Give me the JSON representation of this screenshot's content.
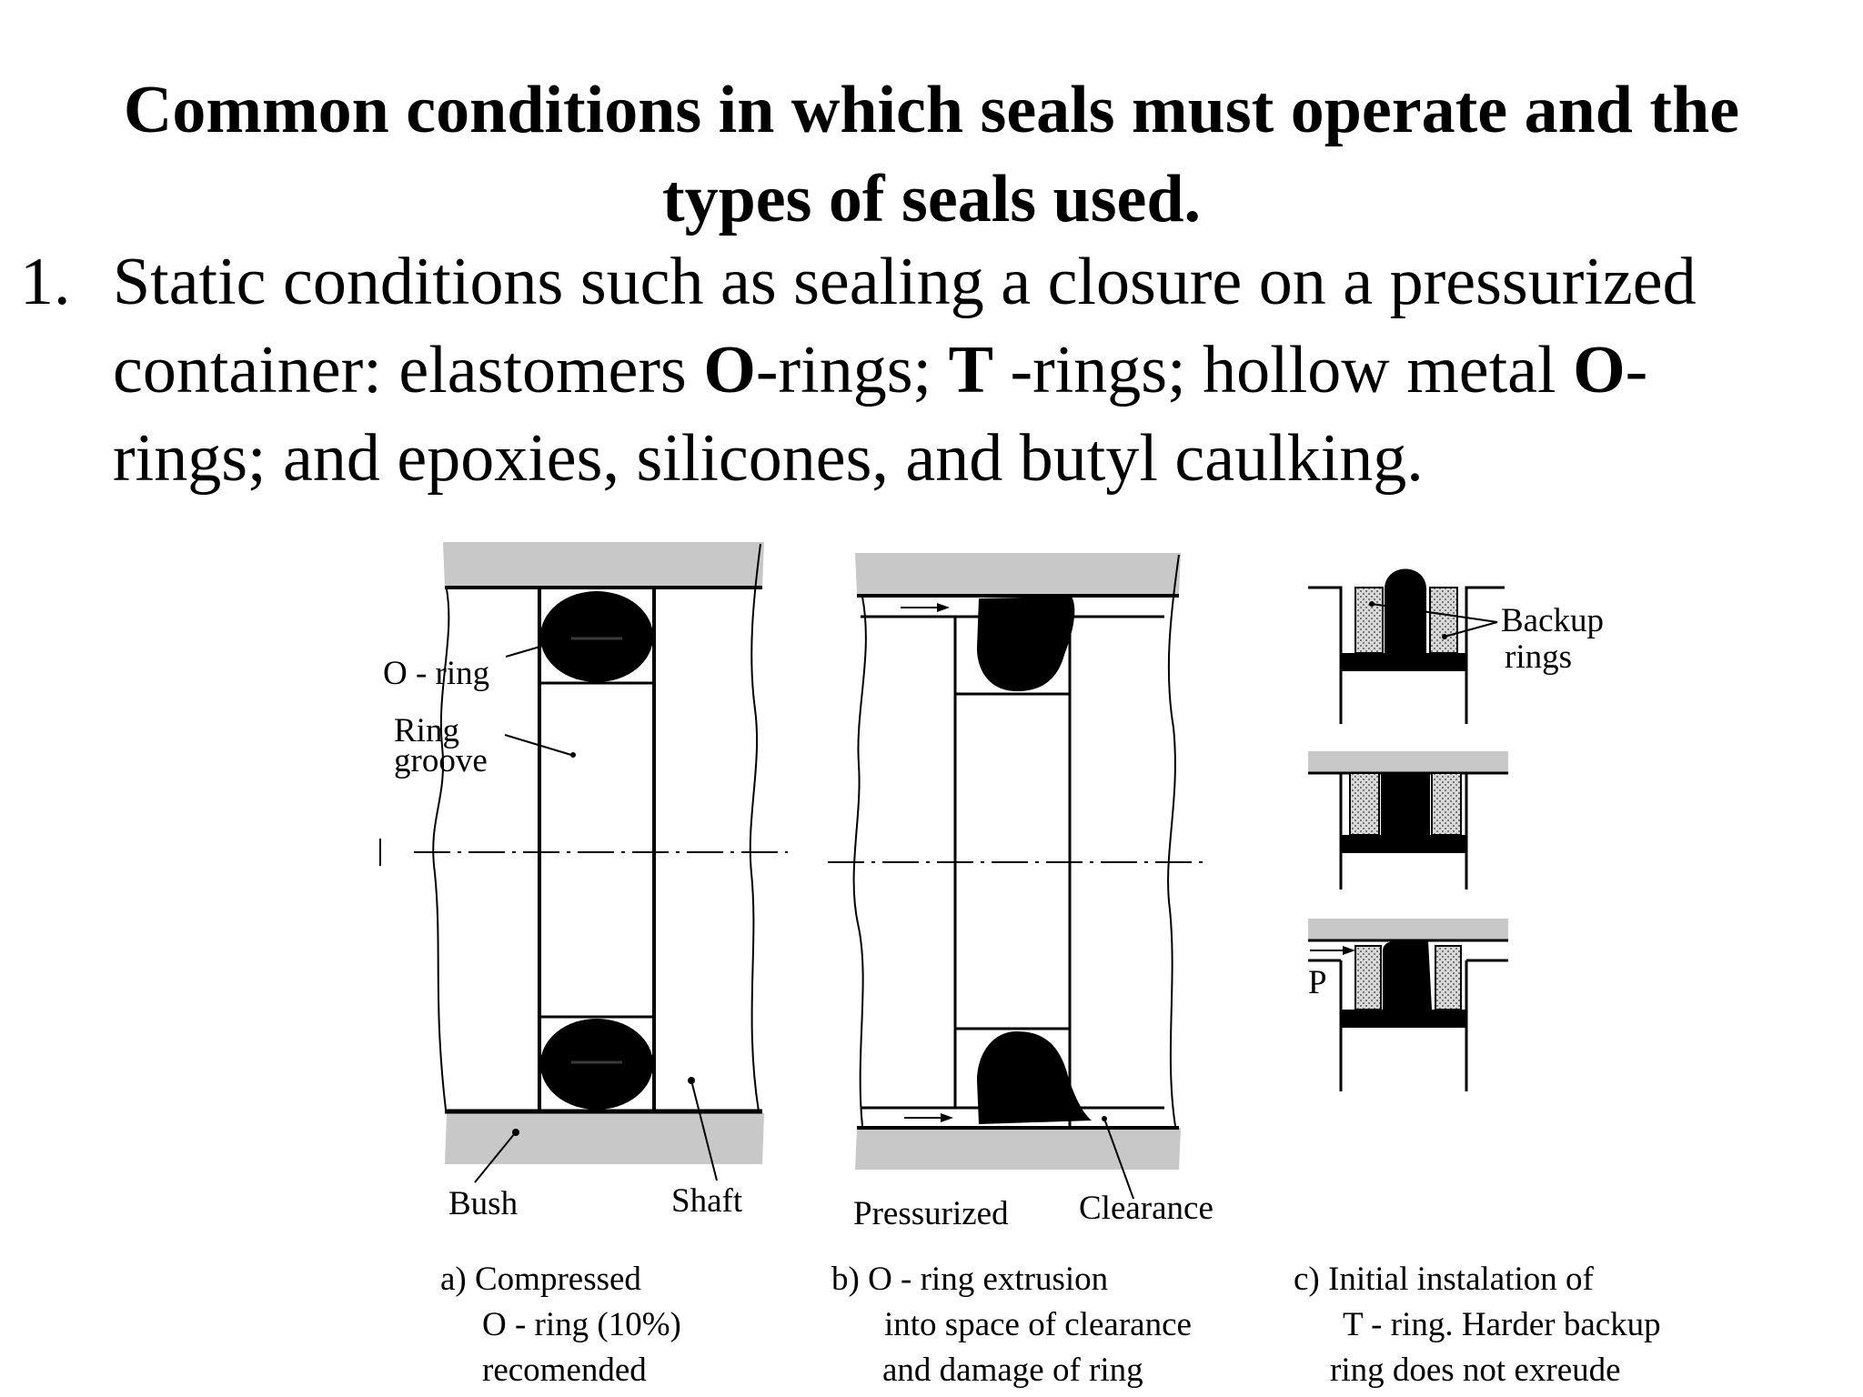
{
  "title": {
    "line1": "Common conditions in which seals must operate and the",
    "line2": "types of seals used."
  },
  "bullet": {
    "number": "1.",
    "line1": "Static conditions such as sealing a closure on a pressurized",
    "line2": {
      "pre": "container: elastomers ",
      "b1": "O",
      "mid1": "-rings; ",
      "b2": "T",
      "mid2": " -rings; hollow metal ",
      "b3": "O",
      "post": "-"
    },
    "line3": "rings; and epoxies, silicones, and butyl caulking."
  },
  "figure_a": {
    "labels": {
      "o_ring": "O - ring",
      "ring_groove_1": "Ring",
      "ring_groove_2": "groove",
      "bush": "Bush",
      "shaft": "Shaft"
    },
    "caption": [
      "a) Compressed",
      "O - ring (10%)",
      "recomended"
    ]
  },
  "figure_b": {
    "labels": {
      "pressurized": "Pressurized",
      "clearance": "Clearance"
    },
    "caption": [
      "b) O - ring extrusion",
      "into space of clearance",
      "and damage of ring"
    ]
  },
  "figure_c": {
    "labels": {
      "backup_1": "Backup",
      "backup_2": "rings",
      "pressure": "P"
    },
    "caption": [
      "c) Initial instalation of",
      "T - ring. Harder backup",
      "ring does not exreude"
    ]
  },
  "colors": {
    "housing_fill": "#c8c8c8",
    "seal_fill": "#000000",
    "backup_fill": "#d9d9d9",
    "line": "#000000"
  }
}
